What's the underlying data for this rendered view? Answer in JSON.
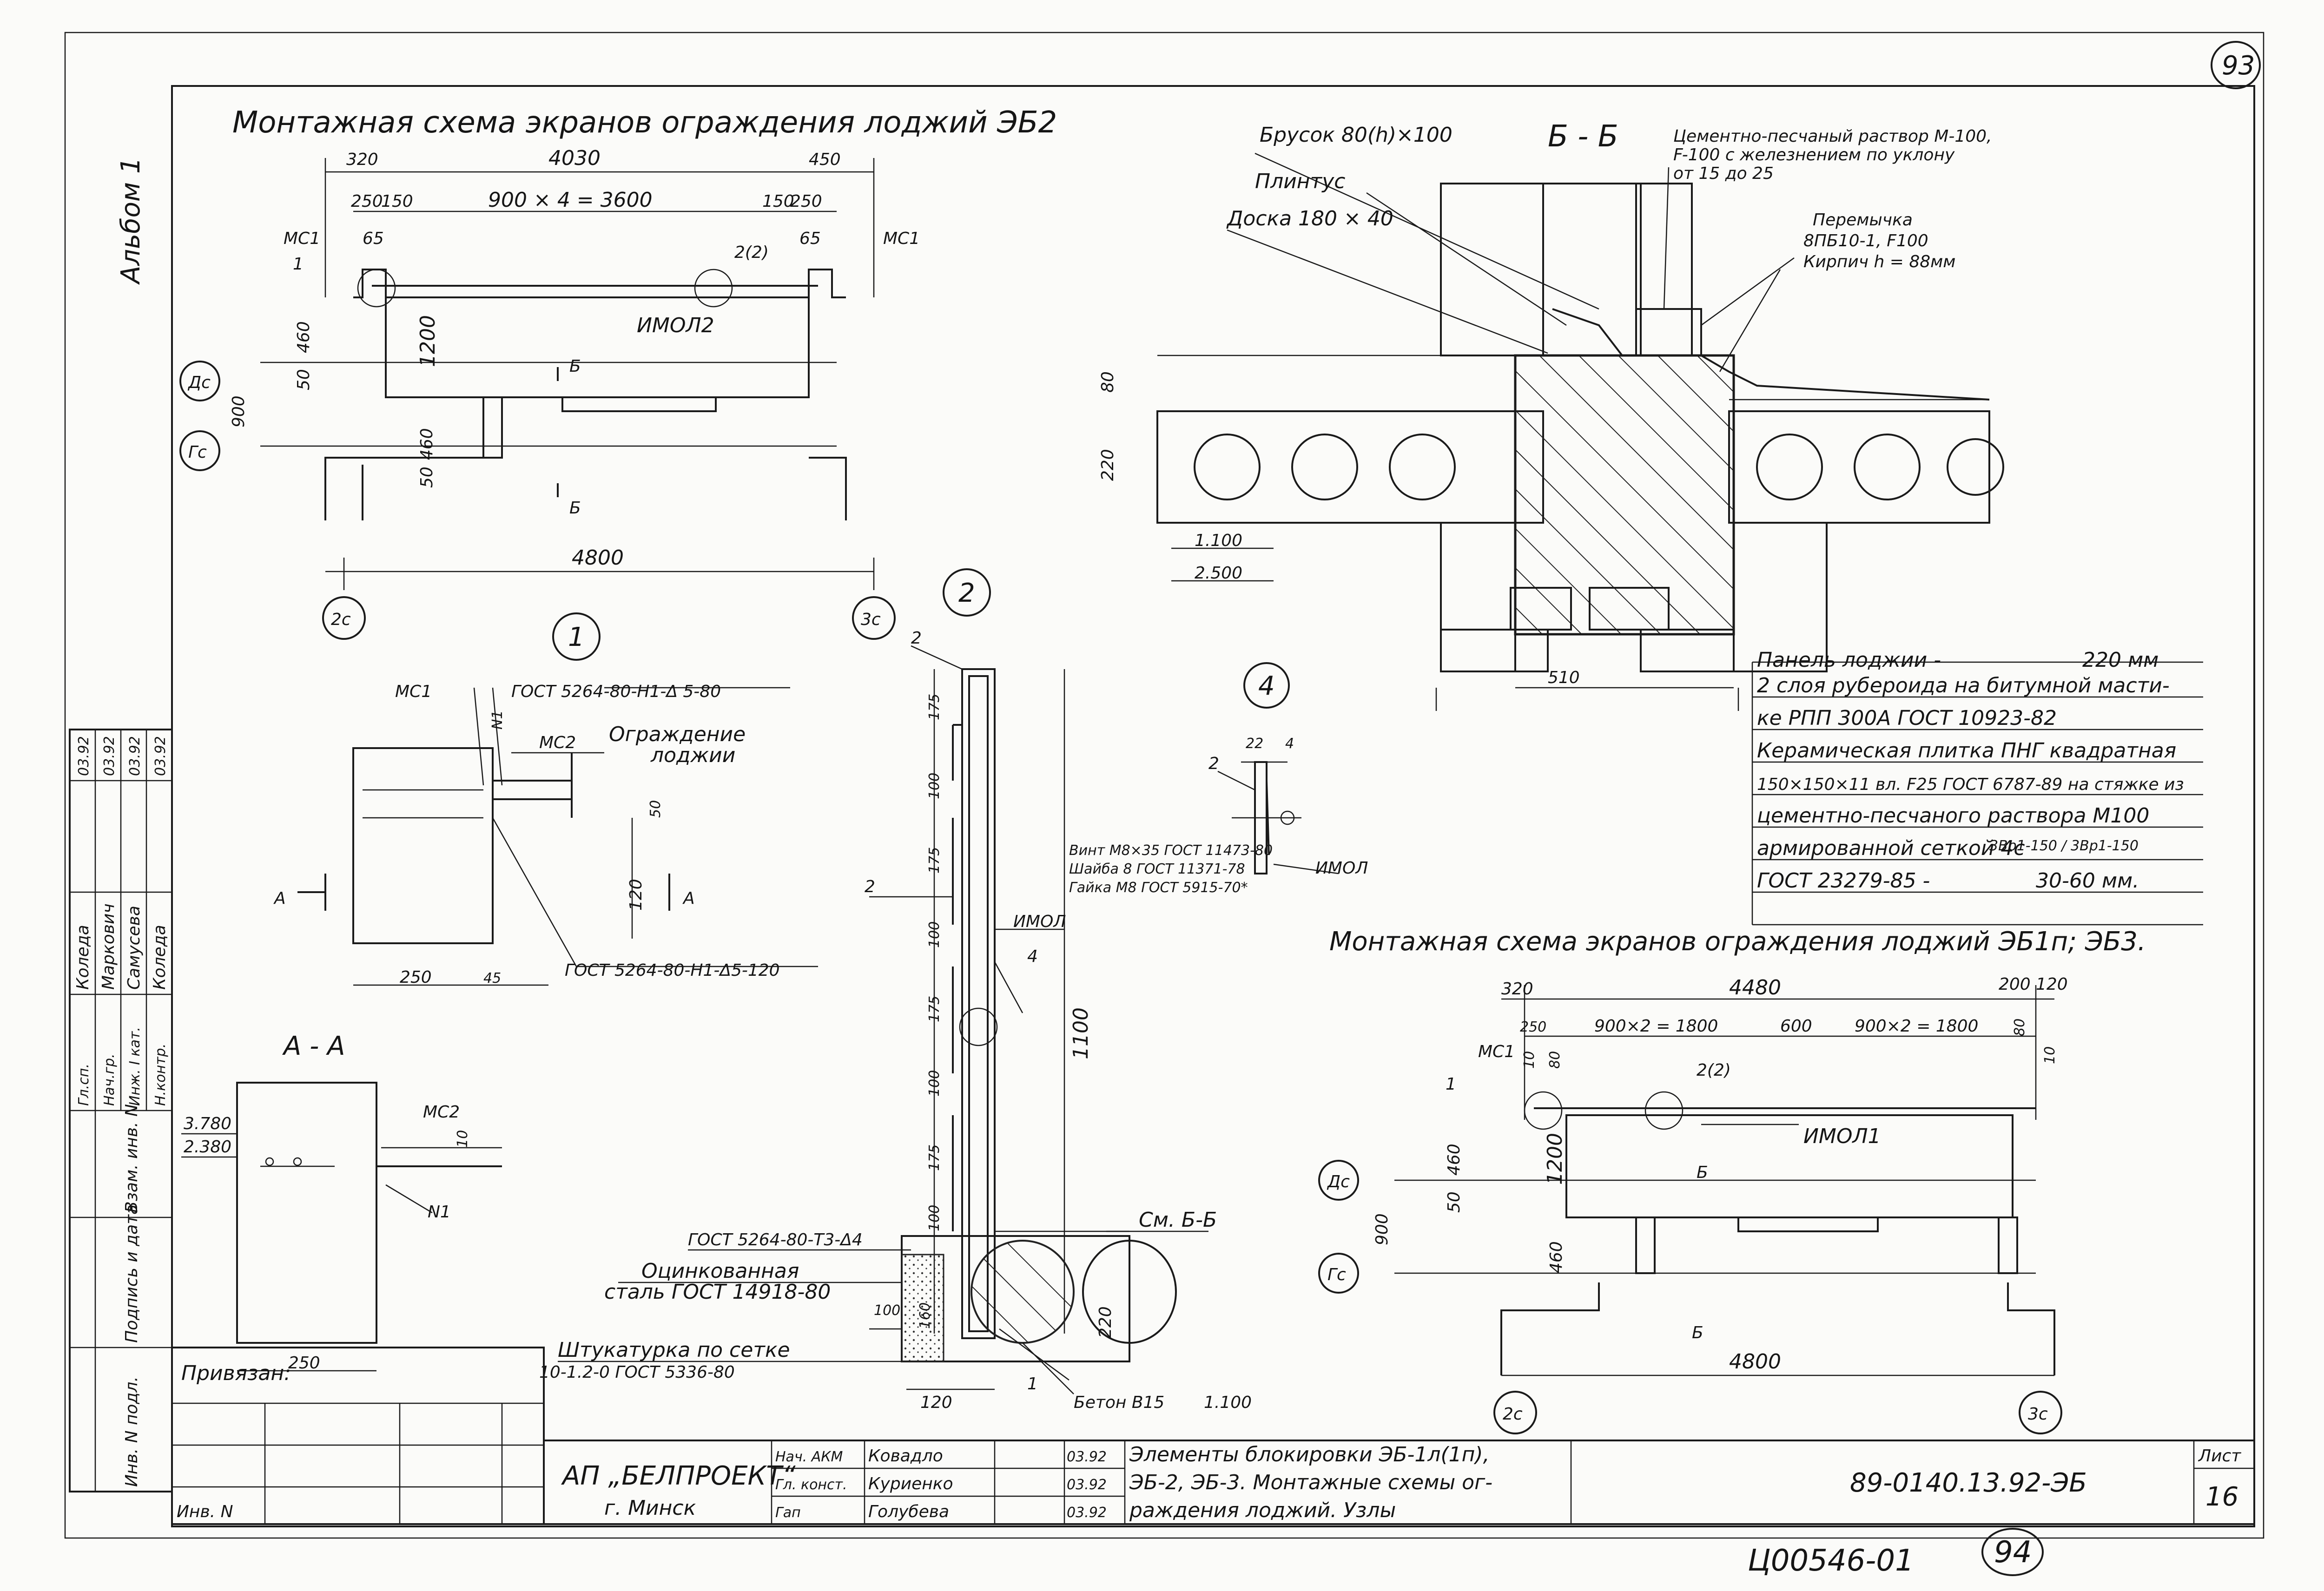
{
  "sheet": {
    "page_number_top": "93",
    "page_number_bottom": "94",
    "archive_code": "Ц00546-01",
    "album": "Альбом 1"
  },
  "titles": {
    "scheme_eb2": "Монтажная схема экранов ограждения лоджий ЭБ2",
    "scheme_eb1": "Монтажная схема экранов ограждения лоджий ЭБ1п; ЭБ3.",
    "section_bb": "Б - Б",
    "section_aa": "А - А"
  },
  "callouts": {
    "c1": "1",
    "c2": "2",
    "c4": "4"
  },
  "eb2": {
    "dims": [
      "4030",
      "320",
      "450",
      "250",
      "150",
      "900 × 4 = 3600",
      "150",
      "250",
      "65",
      "65",
      "1200",
      "460",
      "900",
      "460",
      "50",
      "50",
      "4800"
    ],
    "labels": [
      "МС1",
      "МС1",
      "1",
      "2(2)",
      "ИМОЛ2",
      "Б",
      "Б"
    ],
    "axes": [
      "Дс",
      "Гс",
      "2с",
      "3с"
    ]
  },
  "bb": {
    "labels": [
      "Брусок 80(h)×100",
      "Плинтус",
      "Доска 180 × 40",
      "Цементно-песчаный раствор М-100,",
      "F-100 с железнением по уклону",
      "от 15 до 25",
      "Перемычка",
      "8ПБ10-1, F100",
      "Кирпич h = 88мм"
    ],
    "dims": [
      "80",
      "220",
      "1.100",
      "2.500",
      "510"
    ]
  },
  "spec": [
    [
      "Панель лоджии -",
      "220 мм"
    ],
    [
      "2 слоя рубероида на битумной масти-",
      ""
    ],
    [
      "ке РПП 300А  ГОСТ 10923-82",
      ""
    ],
    [
      "Керамическая плитка ПНГ квадратная",
      ""
    ],
    [
      "150×150×11 вл. F25 ГОСТ 6787-89 на стяжке из",
      ""
    ],
    [
      "цементно-песчаного раствора М100",
      ""
    ],
    [
      "армированной сеткой 4с",
      "3Вр1-150 / 3Вр1-150"
    ],
    [
      "ГОСТ 23279-85 -",
      "30-60 мм."
    ]
  ],
  "node1": {
    "labels": [
      "МС1",
      "N1",
      "МС2",
      "Ограждение",
      "лоджии",
      "А",
      "А"
    ],
    "notes": [
      "ГОСТ 5264-80-Н1-Δ 5-80",
      "ГОСТ 5264-80-Н1-Δ5-120"
    ],
    "dims": [
      "50",
      "120",
      "250",
      "45"
    ]
  },
  "nodeAA": {
    "labels": [
      "МС2",
      "N1"
    ],
    "dims": [
      "3.780",
      "2.380",
      "250",
      "10"
    ]
  },
  "node2": {
    "labels": [
      "2",
      "2",
      "ИМОЛ",
      "4",
      "См. Б-Б"
    ],
    "dims": [
      "175",
      "100",
      "175",
      "100",
      "175",
      "100",
      "175",
      "100",
      "1100",
      "100",
      "160",
      "220",
      "120"
    ],
    "notes": [
      "Винт М8×35 ГОСТ 11473-80",
      "Шайба 8 ГОСТ 11371-78",
      "Гайка М8 ГОСТ 5915-70*",
      "ГОСТ 5264-80-Т3-Δ4",
      "Оцинкованная",
      "сталь ГОСТ 14918-80",
      "Штукатурка по сетке",
      "10-1.2-0 ГОСТ 5336-80",
      "Бетон В15",
      "1.100",
      "1"
    ]
  },
  "node4": {
    "labels": [
      "2",
      "ИМОЛ"
    ],
    "dims": [
      "22",
      "4"
    ]
  },
  "eb1": {
    "dims": [
      "4480",
      "320",
      "200",
      "120",
      "250",
      "900×2 = 1800",
      "600",
      "900×2 = 1800",
      "10",
      "80",
      "80",
      "10",
      "1200",
      "460",
      "460",
      "50",
      "900",
      "4800"
    ],
    "labels": [
      "МС1",
      "1",
      "2(2)",
      "ИМОЛ1",
      "Б",
      "Б"
    ],
    "axes": [
      "Дс",
      "Гс",
      "2с",
      "3с"
    ]
  },
  "side_stamp": {
    "rows": [
      [
        "Гл.сп.",
        "Коледа",
        "",
        "03.92"
      ],
      [
        "Нач.гр.",
        "Маркович",
        "",
        "03.92"
      ],
      [
        "Инж. I кат.",
        "Самусева",
        "",
        "03.92"
      ],
      [
        "Н.контр.",
        "Коледа",
        "",
        "03.92"
      ]
    ],
    "vertical": [
      "Инв. N подл.",
      "Подпись и дата",
      "Взам. инв. N"
    ]
  },
  "title_block": {
    "attached": "Привязан:",
    "inv": "Инв. N",
    "org": "АП „БЕЛПРОЕКТ“",
    "city": "г. Минск",
    "people": [
      [
        "Нач. АКМ",
        "Ковадло",
        "03.92"
      ],
      [
        "Гл. конст.",
        "Куриенко",
        "03.92"
      ],
      [
        "Гап",
        "Голубева",
        "03.92"
      ]
    ],
    "description_1": "Элементы блокировки ЭБ-1л(1п),",
    "description_2": "ЭБ-2, ЭБ-3. Монтажные схемы ог-",
    "description_3": "раждения лоджий. Узлы",
    "code": "89-0140.13.92-ЭБ",
    "sheet_label": "Лист",
    "sheet_no": "16"
  }
}
